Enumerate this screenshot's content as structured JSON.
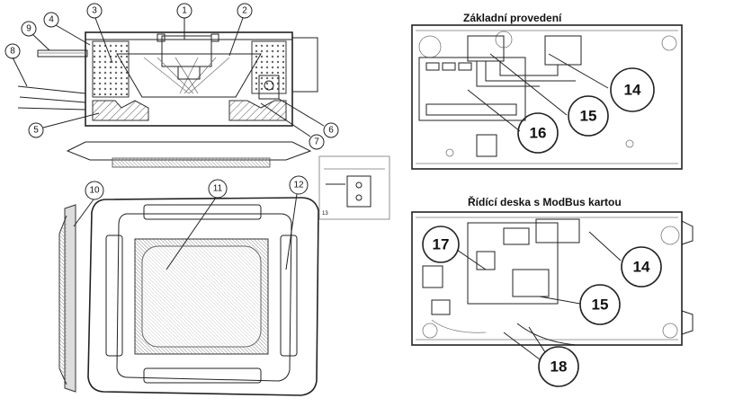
{
  "panels": {
    "basic": {
      "title": "Základní provedení"
    },
    "modbus": {
      "title": "Řídící deska s ModBus kartou"
    }
  },
  "callouts": {
    "c1": "1",
    "c2": "2",
    "c3": "3",
    "c4": "4",
    "c5": "5",
    "c6": "6",
    "c7": "7",
    "c8": "8",
    "c9": "9",
    "c10": "10",
    "c11": "11",
    "c12": "12",
    "c13": "13",
    "c14a": "14",
    "c15a": "15",
    "c16": "16",
    "c17": "17",
    "c14b": "14",
    "c15b": "15",
    "c18": "18"
  }
}
